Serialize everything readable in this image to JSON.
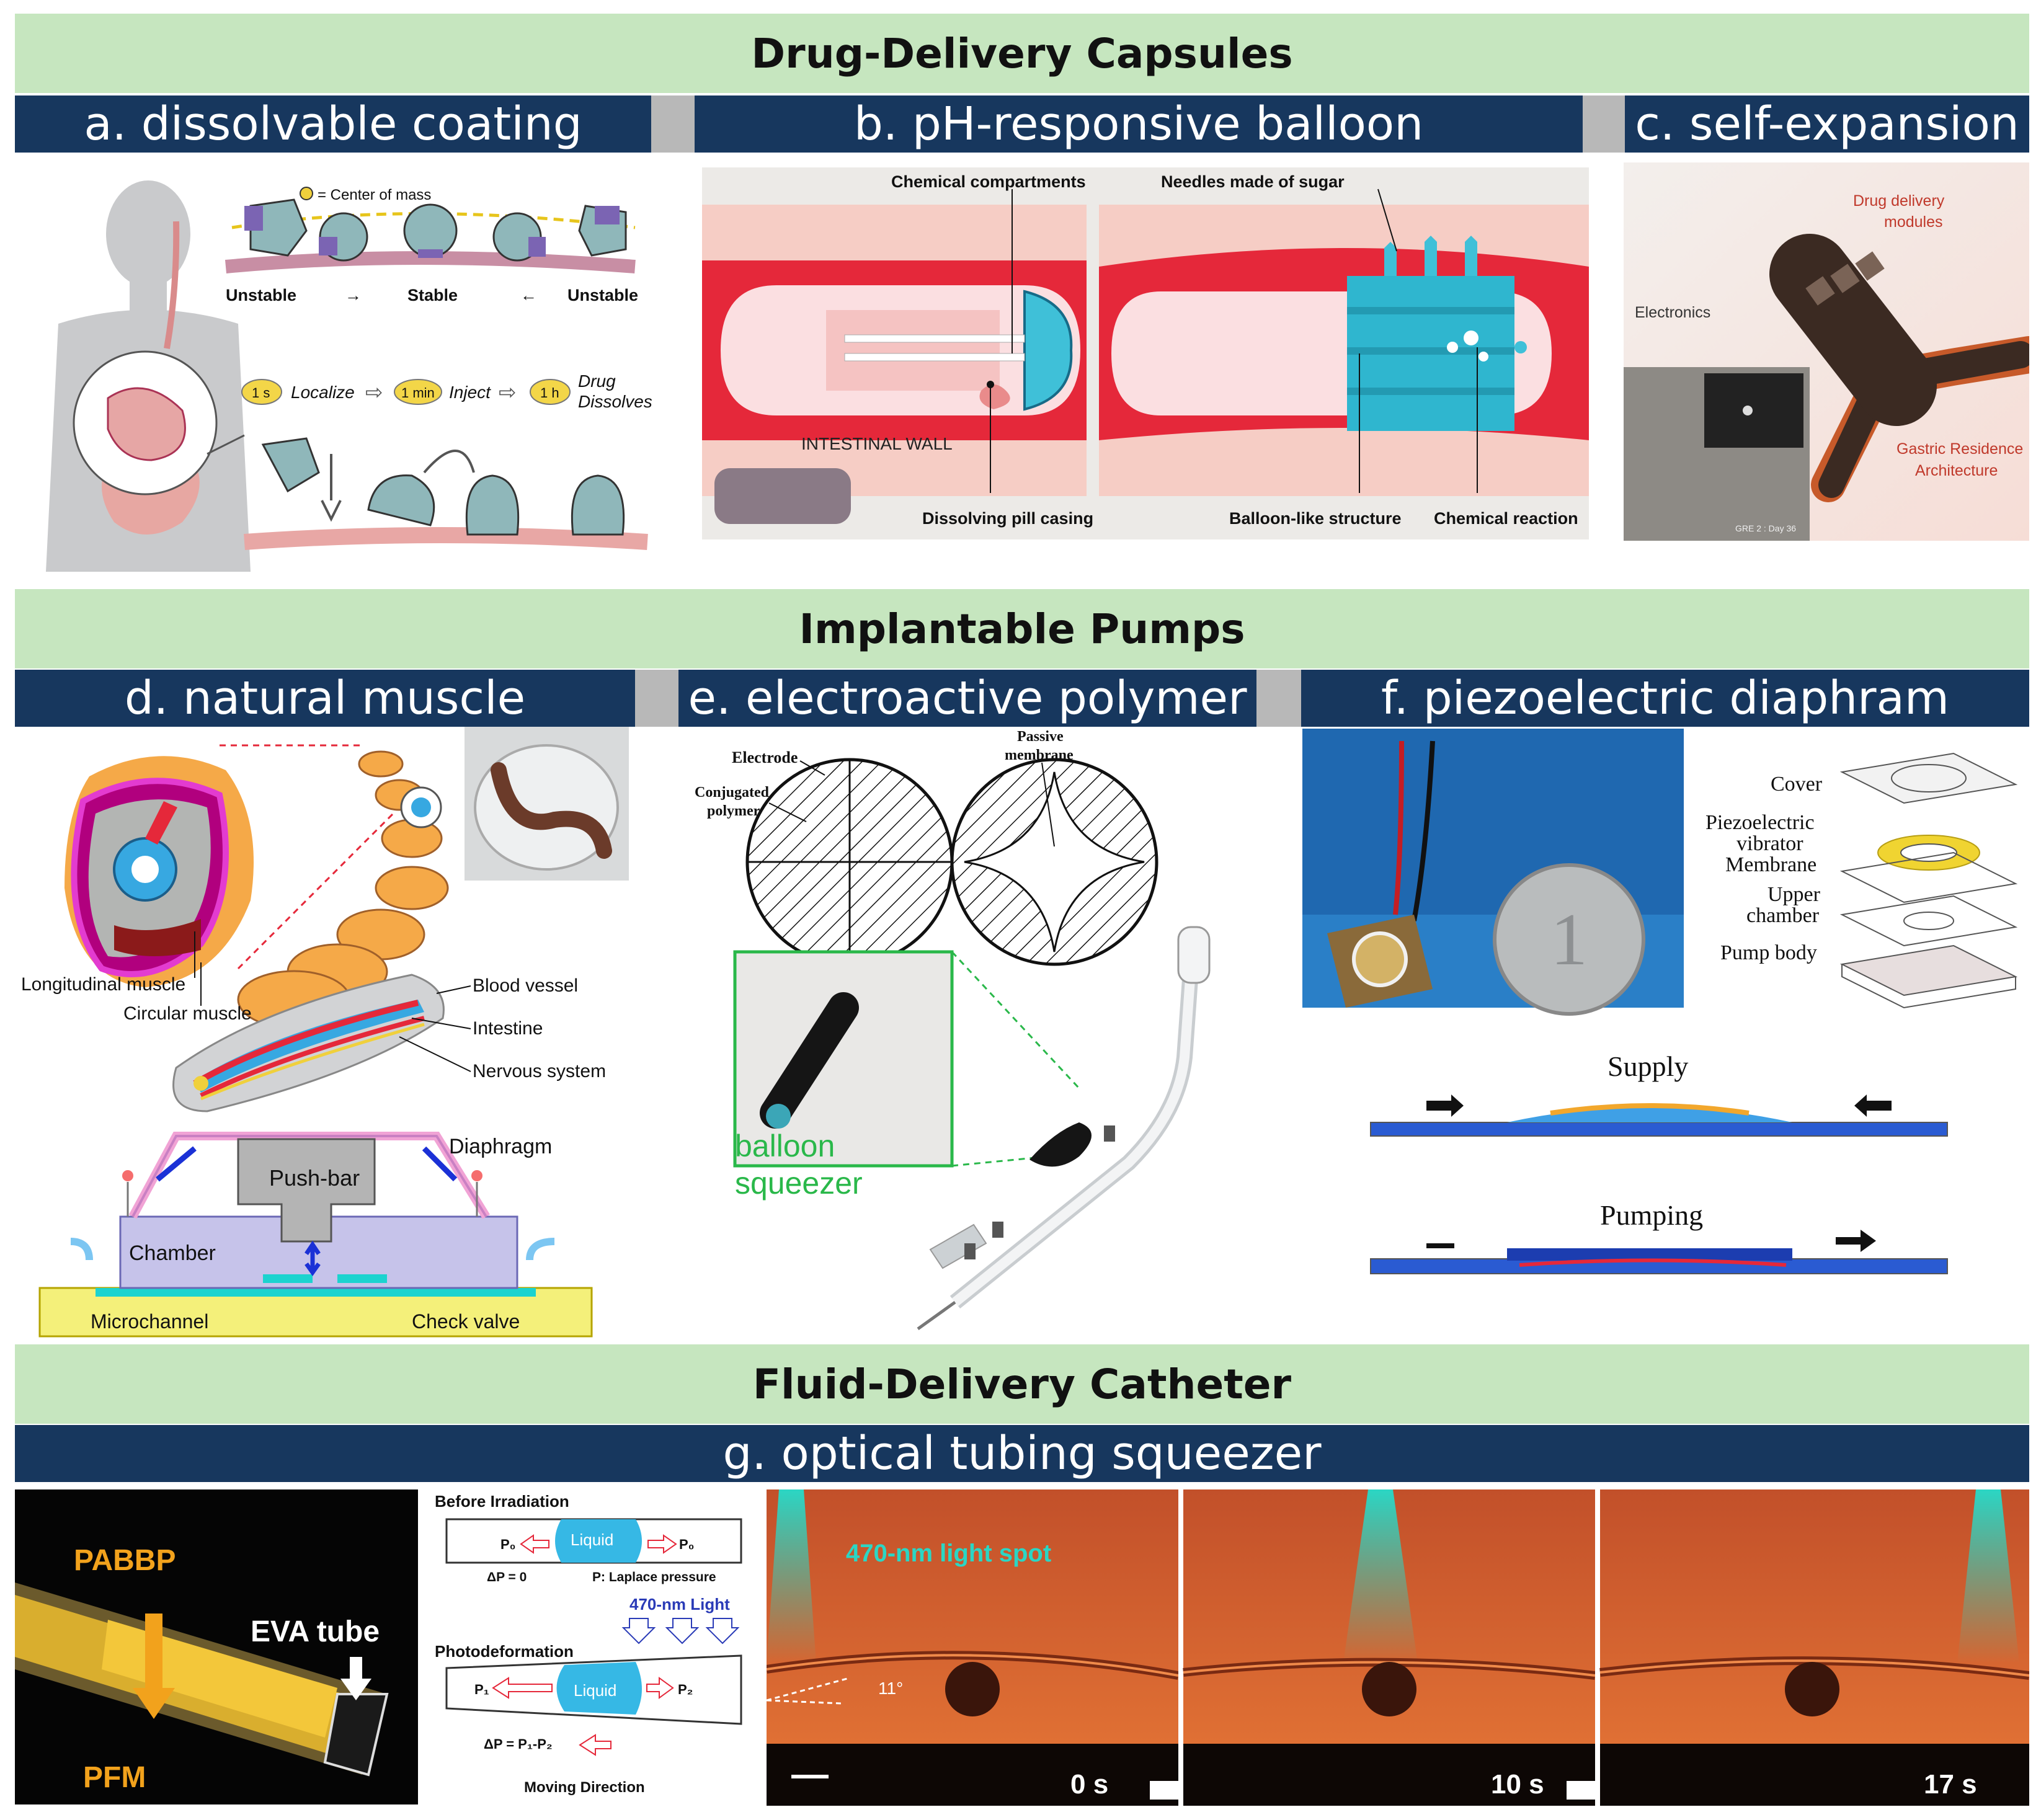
{
  "sections": {
    "capsules": "Drug-Delivery Capsules",
    "pumps": "Implantable Pumps",
    "catheter": "Fluid-Delivery Catheter"
  },
  "panels": {
    "a": {
      "title": "a. dissolvable coating",
      "center_of_mass": "= Center of mass",
      "unstable_left": "Unstable",
      "stable": "Stable",
      "unstable_right": "Unstable",
      "time1": "1 s",
      "step1": "Localize",
      "time2": "1 min",
      "step2": "Inject",
      "time3": "1 h",
      "step3a": "Drug",
      "step3b": "Dissolves"
    },
    "b": {
      "title": "b. pH-responsive balloon",
      "chem_compartments": "Chemical compartments",
      "needles": "Needles made of sugar",
      "intestinal_wall": "INTESTINAL WALL",
      "dissolving_casing": "Dissolving pill casing",
      "balloon_structure": "Balloon-like structure",
      "chemical_reaction": "Chemical reaction"
    },
    "c": {
      "title": "c. self-expansion",
      "drug_modules_a": "Drug delivery",
      "drug_modules_b": "modules",
      "electronics": "Electronics",
      "gastric_a": "Gastric Residence",
      "gastric_b": "Architecture",
      "gre_caption": "GRE 2 : Day 36"
    },
    "d": {
      "title": "d. natural muscle",
      "longitudinal": "Longitudinal muscle",
      "circular": "Circular muscle",
      "blood_vessel": "Blood vessel",
      "intestine": "Intestine",
      "nervous": "Nervous system",
      "diaphragm": "Diaphragm",
      "push_bar": "Push-bar",
      "chamber": "Chamber",
      "microchannel": "Microchannel",
      "check_valve": "Check valve"
    },
    "e": {
      "title": "e. electroactive polymer",
      "electrode": "Electrode",
      "conjugated_a": "Conjugated",
      "conjugated_b": "polymer",
      "passive_a": "Passive",
      "passive_b": "membrane",
      "balloon_a": "balloon",
      "balloon_b": "squeezer"
    },
    "f": {
      "title": "f. piezoelectric diaphram",
      "cover": "Cover",
      "piezo_a": "Piezoelectric",
      "piezo_b": "vibrator",
      "membrane": "Membrane",
      "upper_a": "Upper",
      "upper_b": "chamber",
      "pump_body": "Pump body",
      "supply": "Supply",
      "pumping": "Pumping"
    },
    "g": {
      "title": "g. optical tubing squeezer",
      "pabbp": "PABBP",
      "eva_tube": "EVA tube",
      "pfm": "PFM",
      "before_irradiation": "Before Irradiation",
      "liquid": "Liquid",
      "p0": "P₀",
      "dp0": "ΔP = 0",
      "laplace": "P:  Laplace pressure",
      "light470": "470-nm Light",
      "photodeformation": "Photodeformation",
      "p1": "P₁",
      "p2": "P₂",
      "dp12": "ΔP = P₁-P₂",
      "moving_direction": "Moving Direction",
      "light_spot": "470-nm light spot",
      "angle": "11°",
      "t0": "0 s",
      "t10": "10 s",
      "t17": "17 s"
    }
  },
  "colors": {
    "section_green": "#c6e6bf",
    "title_navy": "#17375e",
    "earthworm_orange": "#f5a948",
    "intestine_red": "#e8333a",
    "tube_orange": "#c8552a",
    "light_cyan": "#2bd6c4"
  }
}
